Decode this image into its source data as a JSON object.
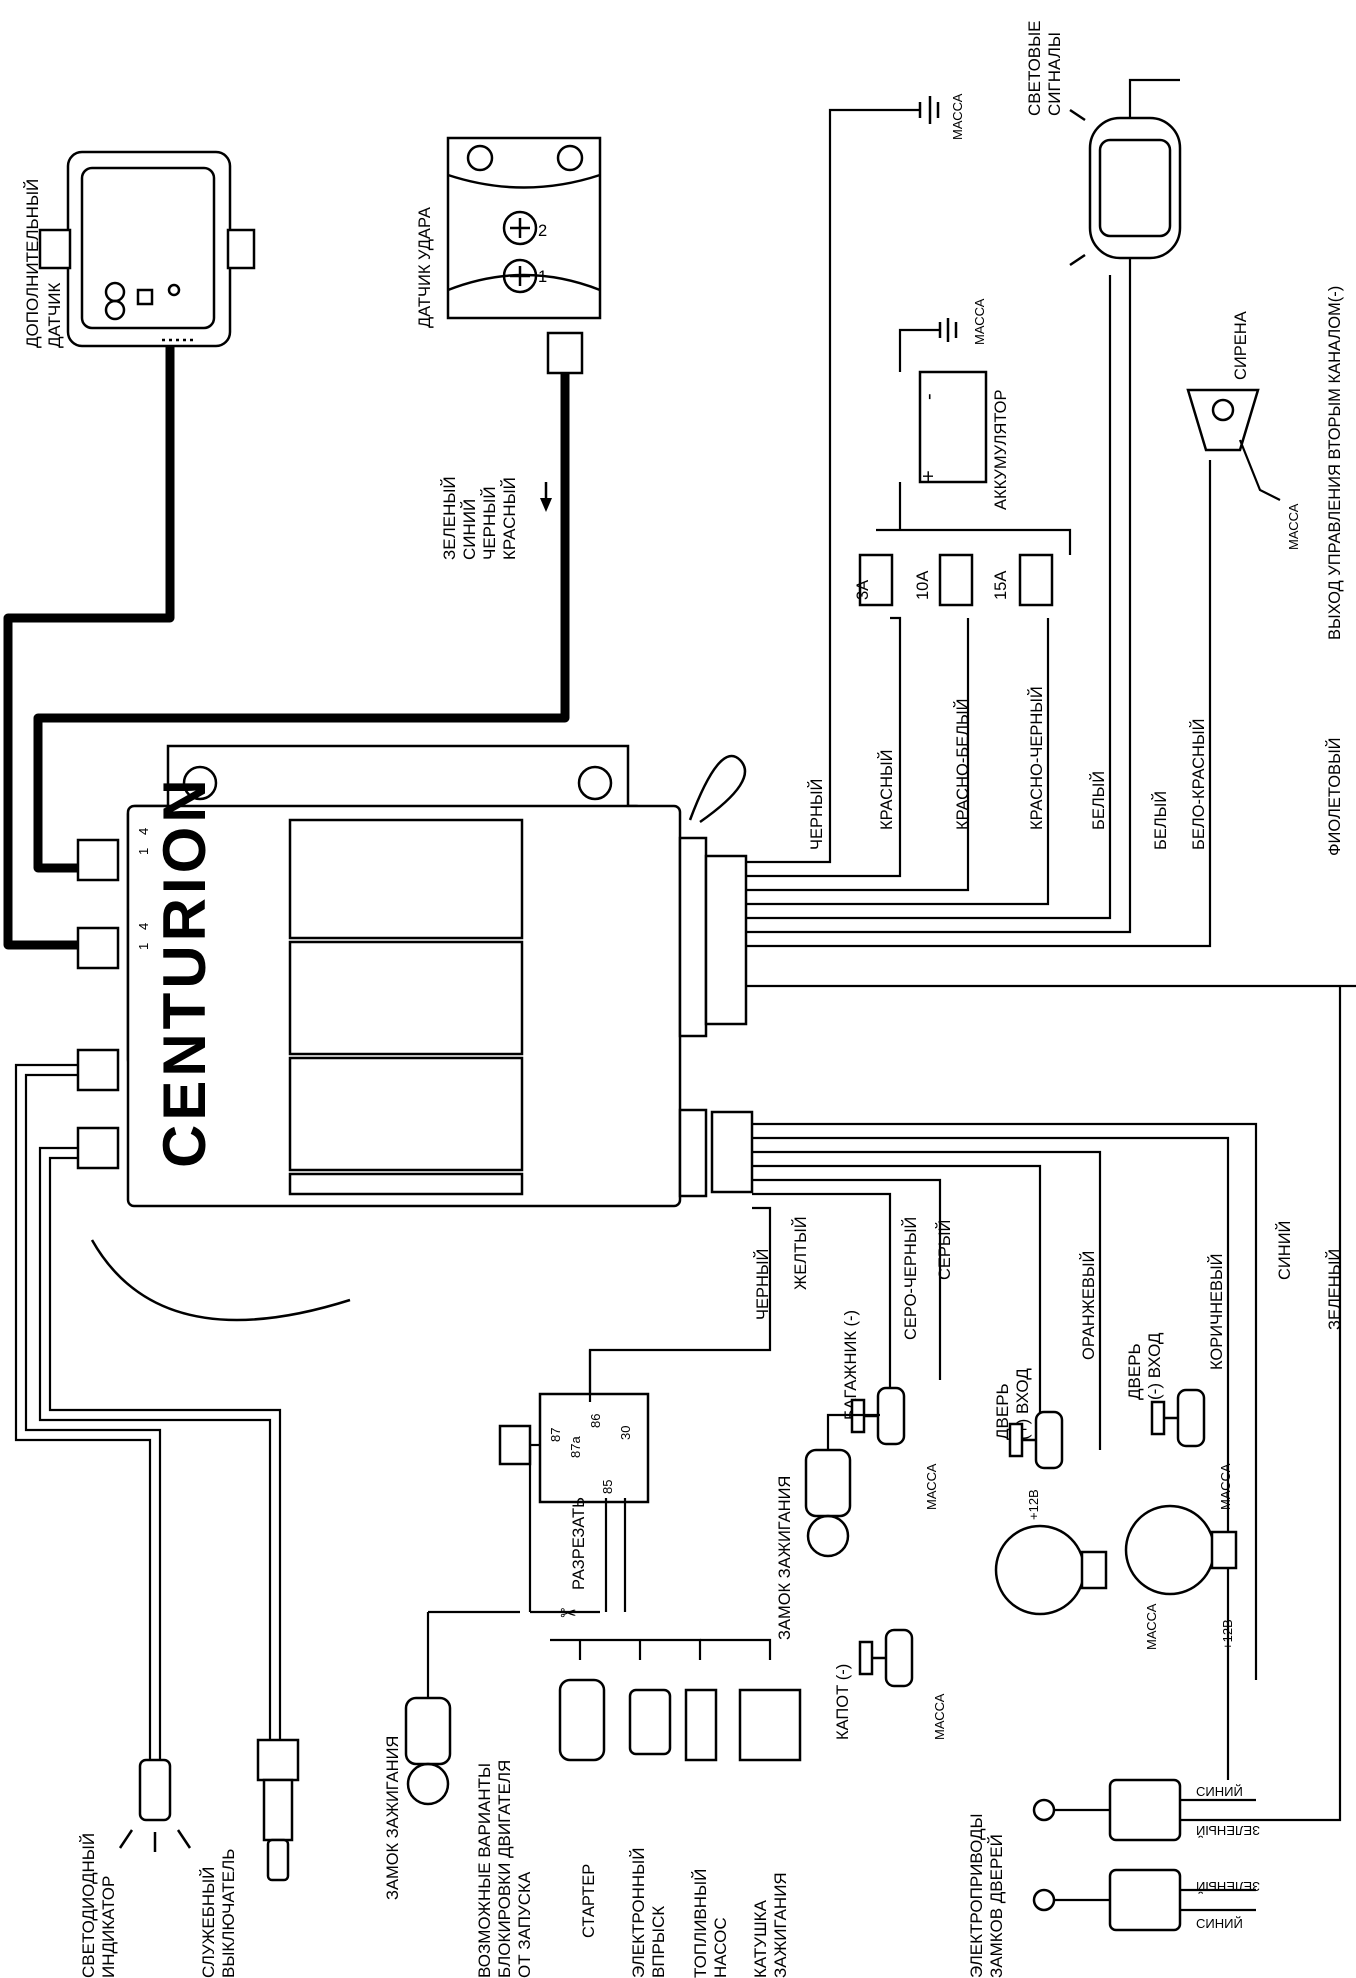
{
  "brand": "CENTURION",
  "labels": {
    "extra_sensor": [
      "ДОПОЛНИТЕЛЬНЫЙ",
      "ДАТЧИК"
    ],
    "shock_sensor": "ДАТЧИК УДАРА",
    "shock_contacts": [
      "1",
      "2"
    ],
    "shock_wires": [
      "ЗЕЛЕНЫЙ",
      "СИНИЙ",
      "ЧЕРНЫЙ",
      "КРАСНЫЙ"
    ],
    "mass": "МАССА",
    "battery": "АККУМУЛЯТОР",
    "battery_plus": "+",
    "battery_minus": "-",
    "fuses": [
      "3А",
      "10А",
      "15А"
    ],
    "light_signals": [
      "СВЕТОВЫЕ",
      "СИГНАЛЫ"
    ],
    "siren": "СИРЕНА",
    "second_channel": "ВЫХОД УПРАВЛЕНИЯ ВТОРЫМ КАНАЛОМ(-)",
    "main_wires": [
      "ЧЕРНЫЙ",
      "КРАСНЫЙ",
      "КРАСНО-БЕЛЫЙ",
      "КРАСНО-ЧЕРНЫЙ",
      "БЕЛЫЙ",
      "БЕЛЫЙ",
      "БЕЛО-КРАСНЫЙ",
      "ФИОЛЕТОВЫЙ"
    ],
    "connector_pins": [
      "1",
      "4",
      "1",
      "4"
    ],
    "lower_wires": [
      "ЧЕРНЫЙ",
      "ЖЕЛТЫЙ",
      "БАГАЖНИК (-)",
      "СЕРО-ЧЕРНЫЙ",
      "СЕРЫЙ"
    ],
    "door_plus": [
      "ДВЕРЬ",
      "(+) ВХОД"
    ],
    "orange": "ОРАНЖЕВЫЙ",
    "door_minus": [
      "ДВЕРЬ",
      "(-) ВХОД"
    ],
    "brown": "КОРИЧНЕВЫЙ",
    "blue": "СИНИЙ",
    "green": "ЗЕЛЕНЫЙ",
    "plus12": "+12В",
    "relay_pins": [
      "87",
      "87а",
      "86",
      "30",
      "85"
    ],
    "cut": "РАЗРЕЗАТЬ",
    "ignition_lock": "ЗАМОК ЗАЖИГАНИЯ",
    "hood": "КАПОТ (-)",
    "block_variants": [
      "ВОЗМОЖНЫЕ ВАРИАНТЫ",
      "БЛОКИРОВКИ ДВИГАТЕЛЯ",
      "ОТ ЗАПУСКА"
    ],
    "starter": "СТАРТЕР",
    "injection": [
      "ЭЛЕКТРОННЫЙ",
      "ВПРЫСК"
    ],
    "fuel_pump": [
      "ТОПЛИВНЫЙ",
      "НАСОС"
    ],
    "ignition_coil": [
      "КАТУШКА",
      "ЗАЖИГАНИЯ"
    ],
    "actuators": [
      "ЭЛЕКТРОПРИВОДЫ",
      "ЗАМКОВ ДВЕРЕЙ"
    ],
    "actuator_wires": [
      "СИНИЙ",
      "ЗЕЛЕНЫЙ"
    ],
    "led": [
      "СВЕТОДИОДНЫЙ",
      "ИНДИКАТОР"
    ],
    "service_switch": [
      "СЛУЖЕБНЫЙ",
      "ВЫКЛЮЧАТЕЛЬ"
    ]
  }
}
